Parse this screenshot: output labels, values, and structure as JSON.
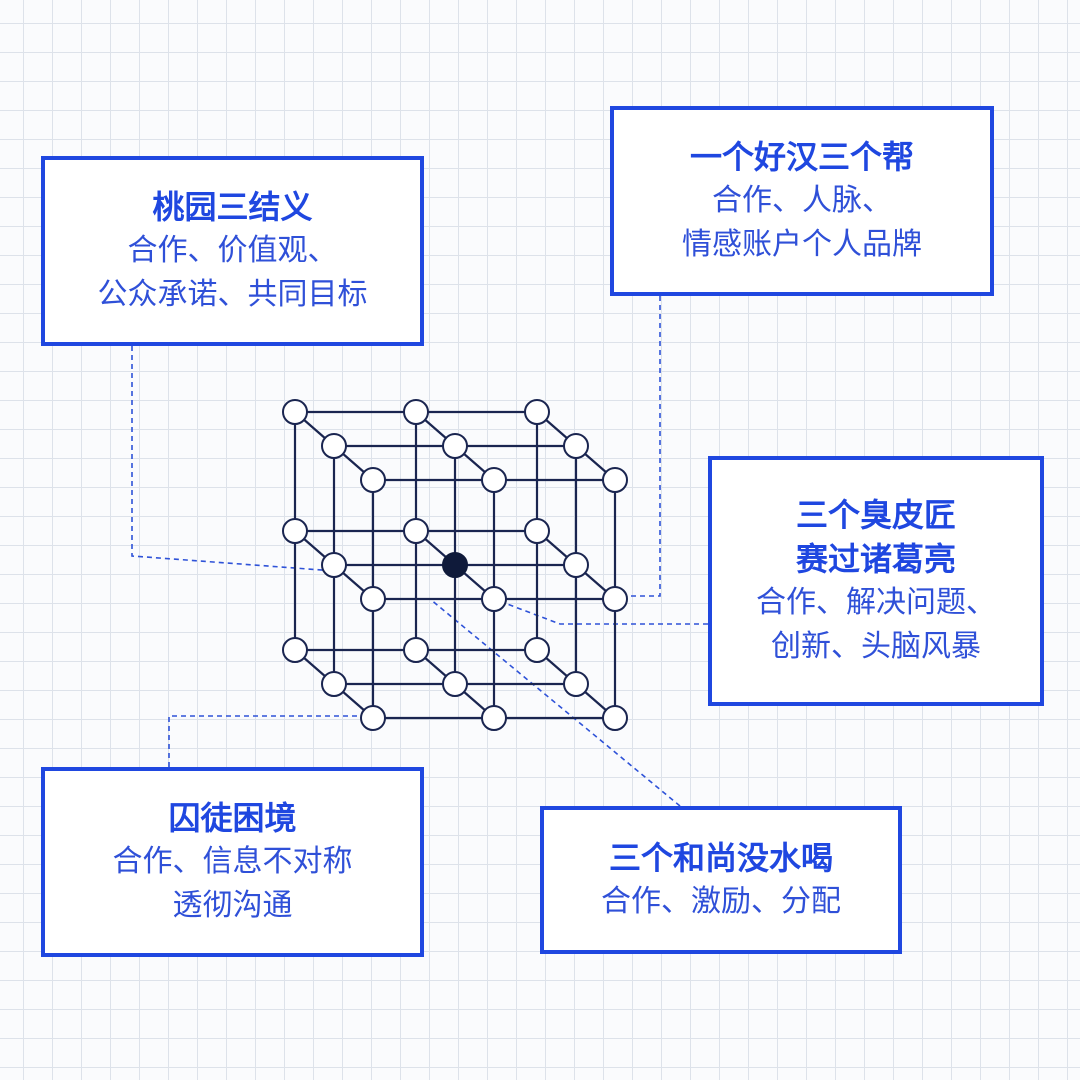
{
  "cards": {
    "taoyuan": {
      "title": "桃园三结义",
      "body": "合作、价值观、\n公众承诺、共同目标"
    },
    "haohan": {
      "title": "一个好汉三个帮",
      "body": "合作、人脉、\n情感账户个人品牌"
    },
    "choupi": {
      "title": "三个臭皮匠\n赛过诸葛亮",
      "body": "合作、解决问题、\n创新、头脑风暴"
    },
    "qiutu": {
      "title": "囚徒困境",
      "body": "合作、信息不对称\n透彻沟通"
    },
    "heshang": {
      "title": "三个和尚没水喝",
      "body": "合作、激励、分配"
    }
  },
  "colors": {
    "accent": "#1f47e0",
    "lattice": "#1a2550",
    "center_node": "#0f1a3a",
    "grid": "#dde2ea"
  },
  "diagram": {
    "type": "3x3x3 cubic lattice",
    "highlighted_node": "center"
  }
}
